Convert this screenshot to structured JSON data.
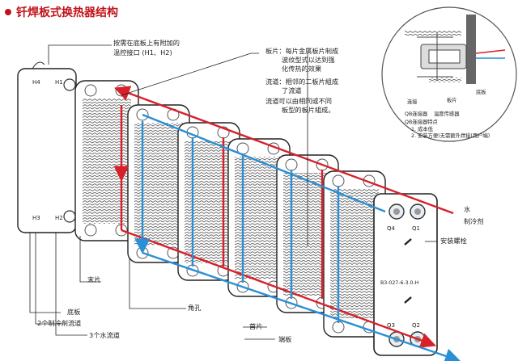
{
  "title": "钎焊板式换热器结构",
  "callouts": {
    "temp_port_line1": "按需在底板上有附加的",
    "temp_port_line2": "温控接口 (H1、H2)",
    "plate_line1": "板片：每片金属板片制成",
    "plate_line2": "波纹型式以达到强",
    "plate_line3": "化传热的效果",
    "channel_line1": "流道：相邻的二板片組成",
    "channel_line2": "了流道",
    "channel_line3": "流道可以由相同或不同",
    "channel_line4": "板型的板片組成。",
    "end_plate": "末片",
    "base_plate": "底板",
    "refrigerant_channels": "2个制冷剂流道",
    "water_channels": "3个水流道",
    "corner_hole": "角孔",
    "top_plate": "首片",
    "cover_plate": "端板",
    "water": "水",
    "refrigerant": "制冷剂",
    "mounting_stud": "安装螺栓"
  },
  "ports": {
    "h1": "H1",
    "h2": "H2",
    "h3": "H3",
    "h4": "H4",
    "q1": "Q1",
    "q2": "Q2",
    "q3": "Q3",
    "q4": "Q4"
  },
  "model_code": "B3-027-6-3.0-H",
  "inset": {
    "connector": "连接",
    "plate": "板片",
    "base_plate": "底板",
    "qb_connector": "QB连接器",
    "temp_sensor": "温度传感器",
    "features_title": "QB连接器特点",
    "feature_1": "1. 成本低",
    "feature_2": "2. 安装方便(无需额外焊接(用户端)"
  },
  "colors": {
    "title_red": "#c0141b",
    "refrigerant_red": "#d8202a",
    "water_blue": "#2a8fd6",
    "plate_gray": "#7d7d7d",
    "outline": "#222222"
  }
}
